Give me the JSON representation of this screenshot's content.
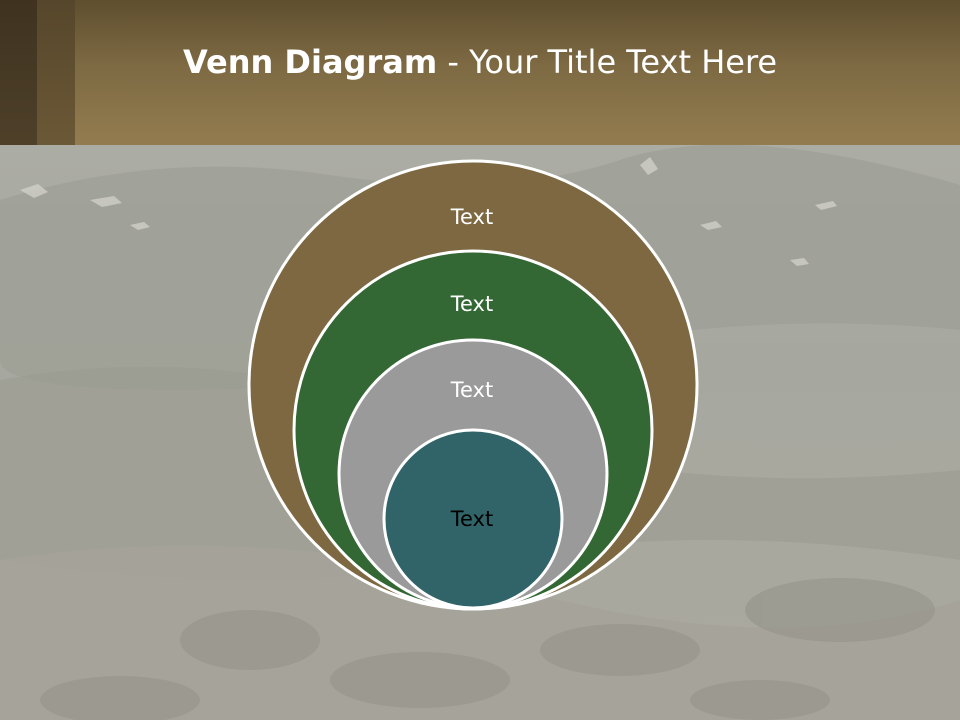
{
  "title": {
    "bold": "Venn Diagram",
    "rest": " - Your Title Text Here"
  },
  "colors": {
    "header_top": "#5f4e2f",
    "header_bottom": "#937c4f",
    "circle_outer": "#7d6842",
    "circle_second": "#336734",
    "circle_third": "#9a9a9a",
    "circle_inner": "#316468",
    "circle_border": "#ffffff"
  },
  "circles": [
    {
      "label": "Text",
      "fill": "#7d6842",
      "text_color": "#ffffff"
    },
    {
      "label": "Text",
      "fill": "#336734",
      "text_color": "#ffffff"
    },
    {
      "label": "Text",
      "fill": "#9a9a9a",
      "text_color": "#ffffff"
    },
    {
      "label": "Text",
      "fill": "#316468",
      "text_color": "#000000"
    }
  ]
}
